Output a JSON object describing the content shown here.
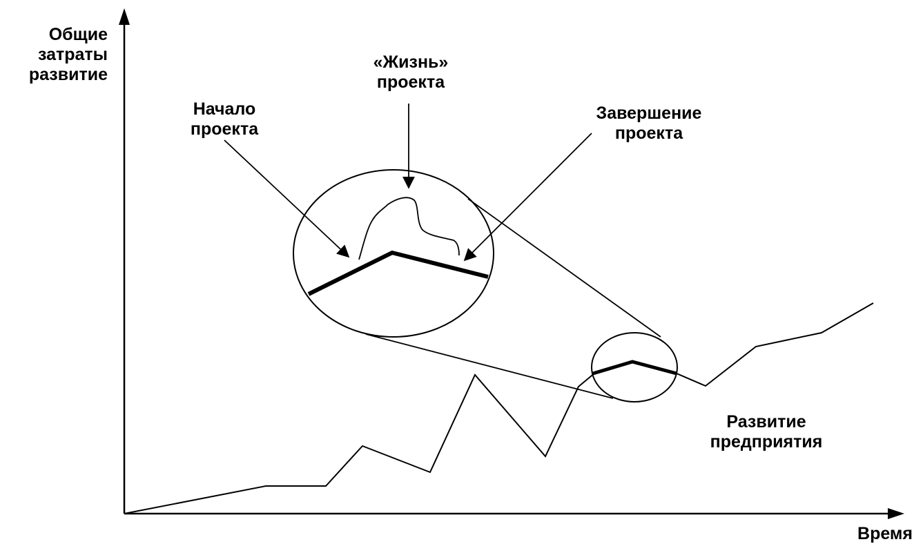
{
  "labels": {
    "y_axis": [
      "Общие",
      "затраты",
      "развитие"
    ],
    "x_axis": "Время",
    "project_life": [
      "«Жизнь»",
      "проекта"
    ],
    "project_start": [
      "Начало",
      "проекта"
    ],
    "project_end": [
      "Завершение",
      "проекта"
    ],
    "enterprise_development": [
      "Развитие",
      "предприятия"
    ]
  },
  "colors": {
    "ink": "#000000",
    "background": "#ffffff"
  }
}
